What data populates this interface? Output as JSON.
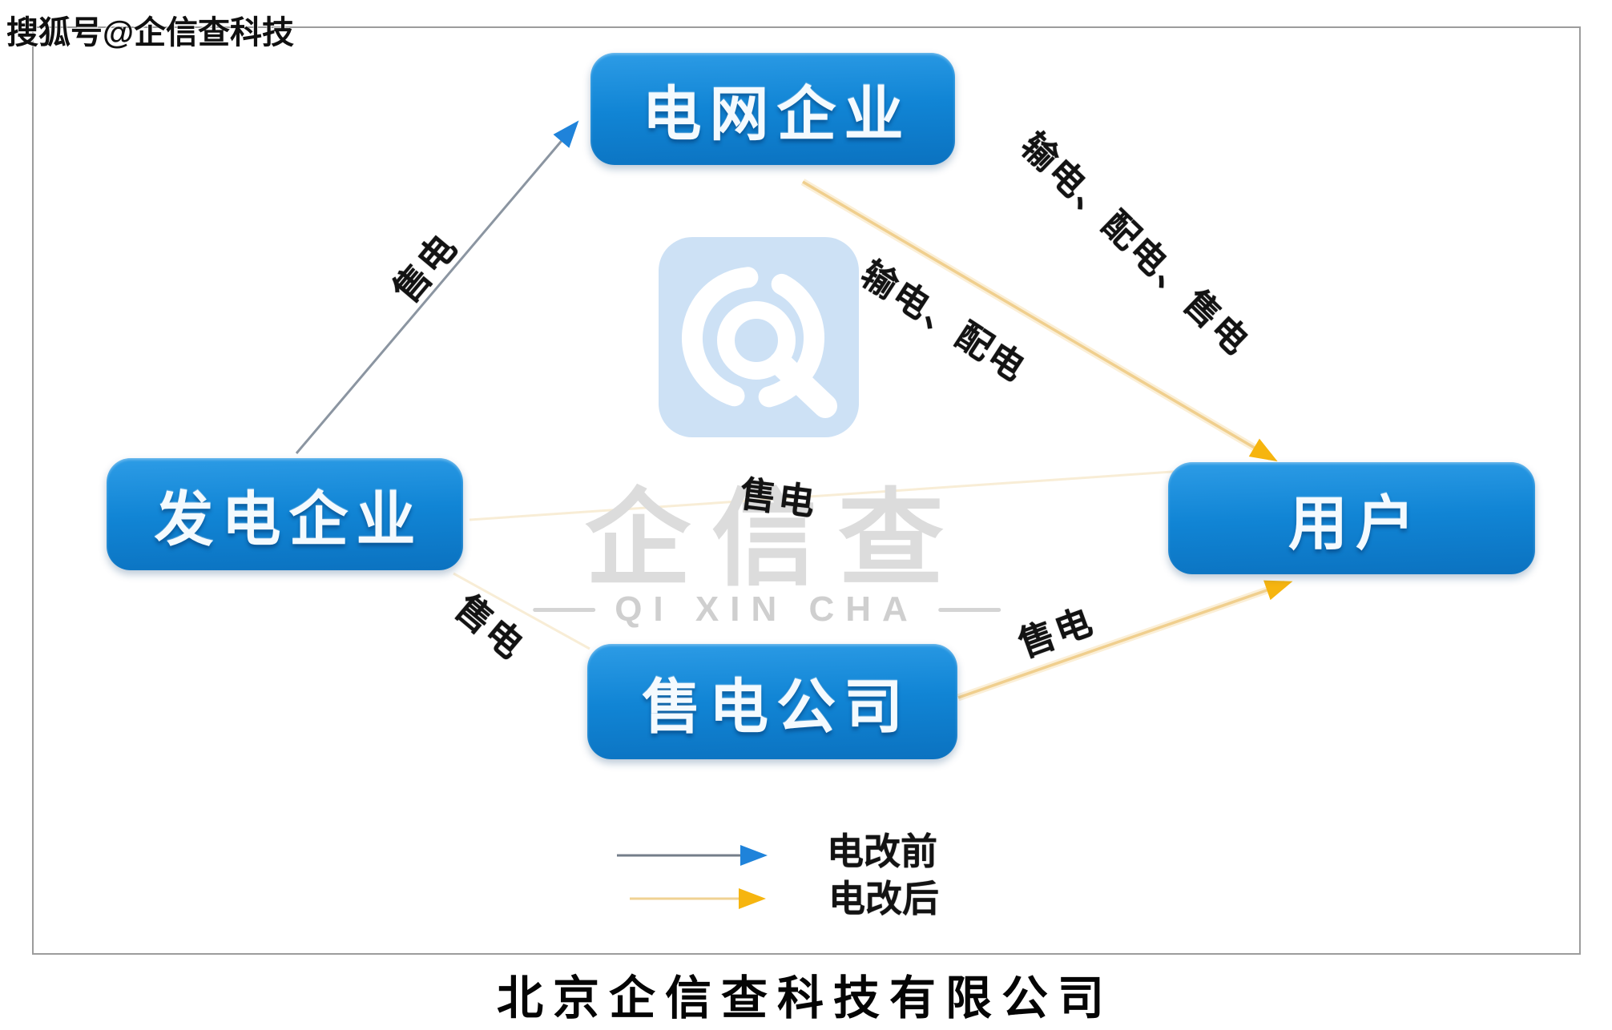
{
  "header": {
    "account_watermark": "搜狐号@企信查科技"
  },
  "nodes": {
    "grid": {
      "label": "电网企业"
    },
    "generation": {
      "label": "发电企业"
    },
    "user": {
      "label": "用户"
    },
    "retail": {
      "label": "售电公司"
    }
  },
  "edges": {
    "gen_to_grid_label": "售电",
    "grid_to_user_outer_label": "输电、配电、售电",
    "grid_to_user_inner_label": "输电、配电",
    "gen_to_user_label": "售电",
    "gen_to_retail_label": "售电",
    "retail_to_user_label": "售电"
  },
  "legend": {
    "before_label": "电改前",
    "after_label": "电改后"
  },
  "watermark": {
    "logo_name": "企信查",
    "logo_subtitle": "QI XIN CHA"
  },
  "footer": {
    "company": "北京企信查科技有限公司"
  },
  "colors": {
    "node_blue": "#1185d5",
    "arrow_blue": "#1f83da",
    "arrow_orange": "#f6b50f",
    "line_gray": "#8b95a1",
    "line_yellow": "#f2cf86",
    "watermark_blue": "#cde1f5",
    "watermark_gray": "#dcdcdc"
  }
}
